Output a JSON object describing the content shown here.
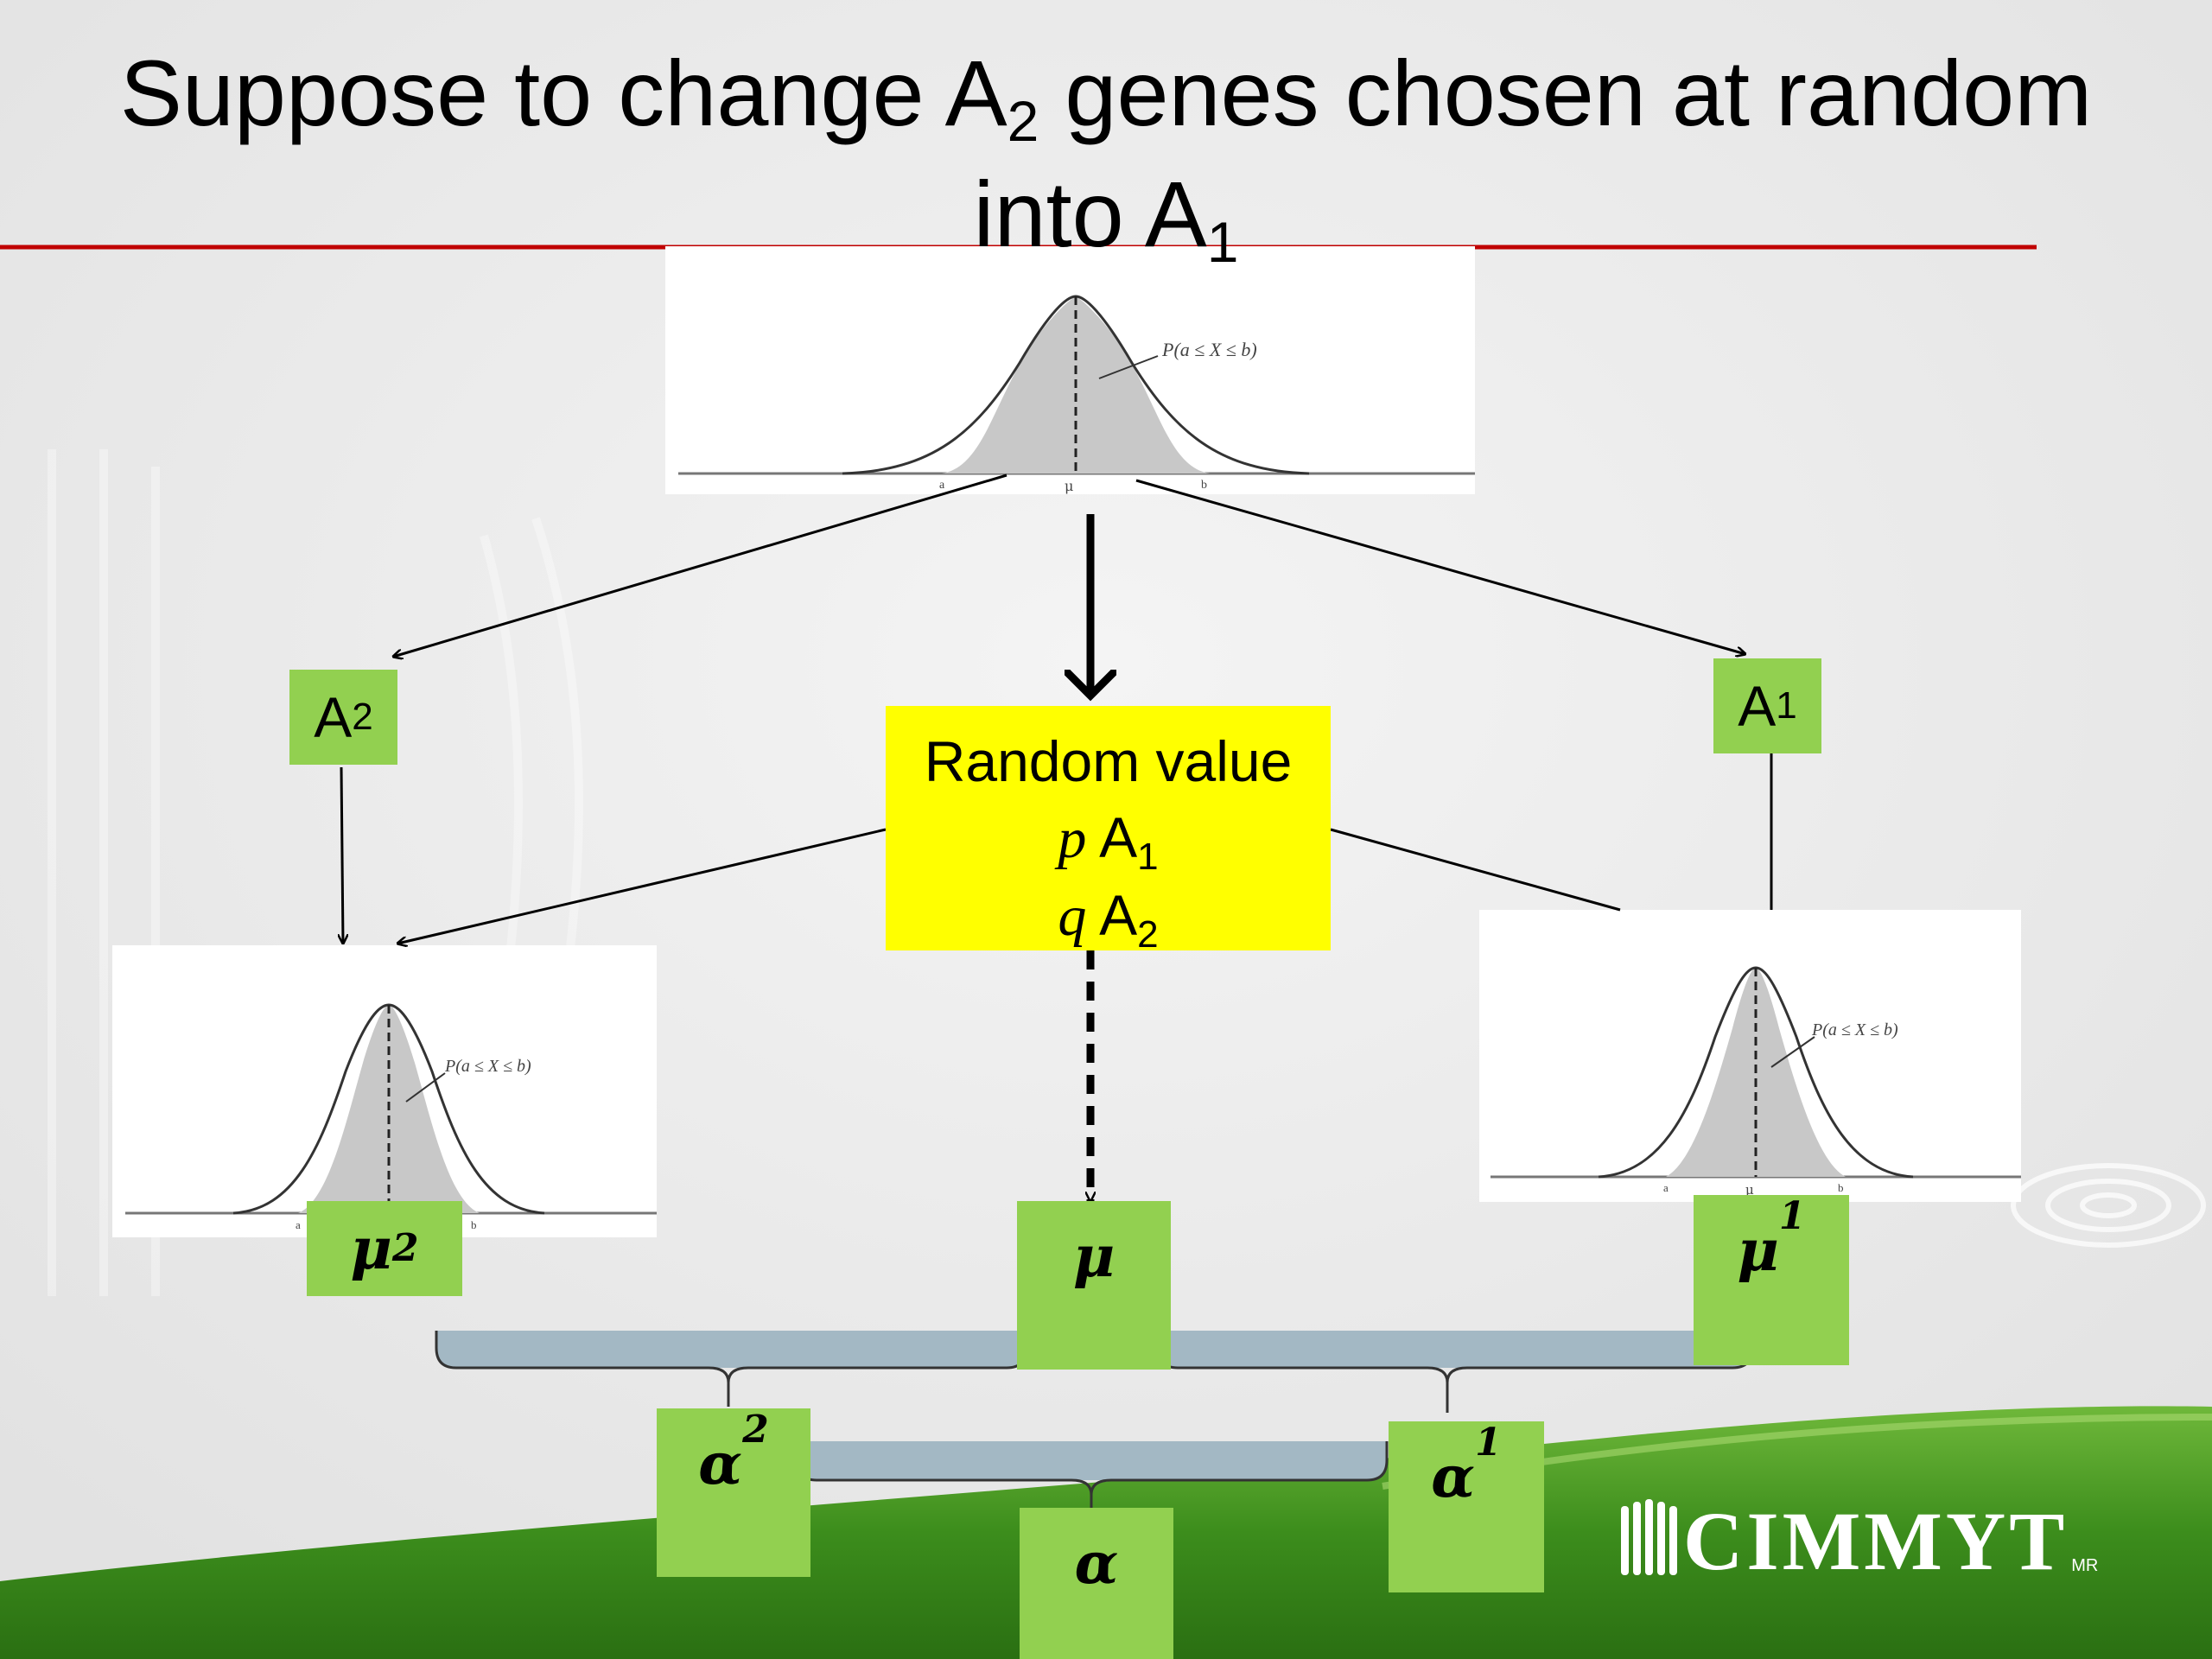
{
  "title": {
    "line1_pre": "Suppose to change A",
    "line1_sub": "2",
    "line1_post": " genes chosen at random",
    "line2": "into A",
    "line2_sub": "1"
  },
  "left_group": {
    "letter": "A",
    "sub": "2"
  },
  "right_group": {
    "letter": "A",
    "sub": "1"
  },
  "random_box": {
    "line1": "Random value",
    "p": "p",
    "a1": " A",
    "a1_sub": "1",
    "q": "q",
    "a2": " A",
    "a2_sub": "2"
  },
  "curve_label": "P(a ≤ X ≤ b)",
  "tick_labels": {
    "a": "a",
    "mu": "μ",
    "b": "b"
  },
  "means": {
    "mu2": {
      "sym": "μ",
      "sub": "2"
    },
    "mu": {
      "sym": "μ"
    },
    "mu1": {
      "sym": "μ",
      "sub": "1"
    }
  },
  "effects": {
    "alpha2": {
      "sym": "α",
      "sub": "2"
    },
    "alpha1": {
      "sym": "α",
      "sub": "1"
    },
    "alpha": {
      "sym": "α"
    }
  },
  "logo": {
    "text": "CIMMYT",
    "mark": "MR",
    "icon": "wheat-icon"
  },
  "colors": {
    "green_box": "#92d050",
    "yellow_box": "#ffff00",
    "title_rule": "#c00000",
    "bracket": "#a3b8c4",
    "bottom_green": "#3f8f1e"
  }
}
